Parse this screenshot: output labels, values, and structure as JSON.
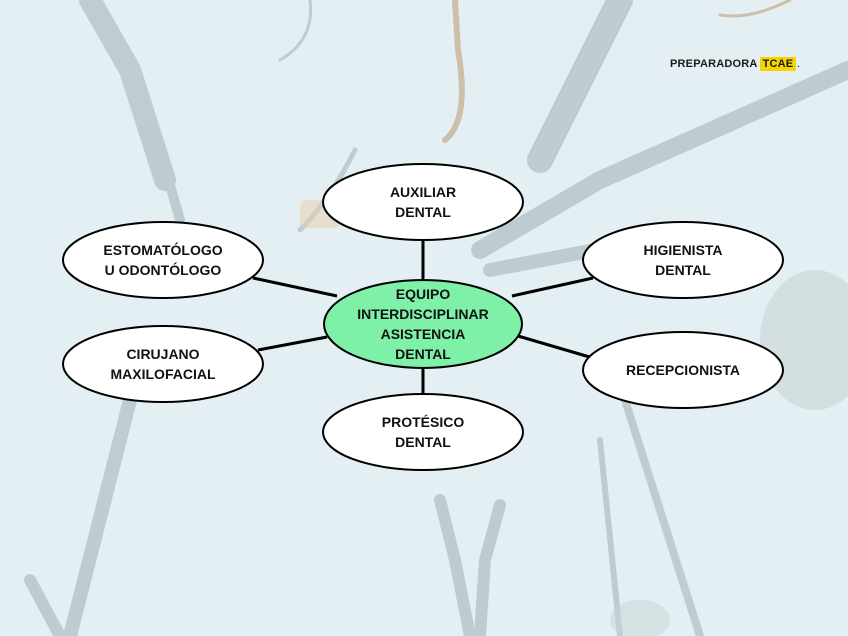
{
  "brand": {
    "part1": "PREPARADORA",
    "part2": "TCAE",
    "suffix": "."
  },
  "center": {
    "lines": [
      "EQUIPO",
      "INTERDISCIPLINAR",
      "ASISTENCIA",
      "DENTAL"
    ]
  },
  "nodes": [
    {
      "id": "auxiliar-dental",
      "lines": [
        "AUXILIAR",
        "DENTAL"
      ]
    },
    {
      "id": "higienista-dental",
      "lines": [
        "HIGIENISTA",
        "DENTAL"
      ]
    },
    {
      "id": "recepcionista",
      "lines": [
        "RECEPCIONISTA"
      ]
    },
    {
      "id": "protesico-dental",
      "lines": [
        "PROTÉSICO",
        "DENTAL"
      ]
    },
    {
      "id": "cirujano-maxilofacial",
      "lines": [
        "CIRUJANO",
        "MAXILOFACIAL"
      ]
    },
    {
      "id": "estomatologo-odontologo",
      "lines": [
        "ESTOMATÓLOGO",
        "U ODONTÓLOGO"
      ]
    }
  ],
  "colors": {
    "center_fill": "#7ef0a8",
    "node_fill": "#ffffff",
    "stroke": "#000000",
    "brand_accent": "#f5d400"
  }
}
